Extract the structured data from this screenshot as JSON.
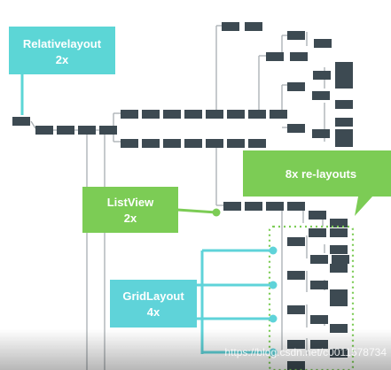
{
  "callouts": {
    "relative_layout": {
      "name": "Relativelayout",
      "factor": "2x"
    },
    "list_view": {
      "name": "ListView",
      "factor": "2x"
    },
    "grid_layout": {
      "name": "GridLayout",
      "factor": "4x"
    },
    "relayouts": {
      "text": "8x re-layouts"
    }
  },
  "watermark": {
    "text": "https://blog.csdn.net/c0011578734"
  },
  "colors": {
    "node": "#3d4a52",
    "connector": "#a8aeb2",
    "relative_layout_fill": "#5cd6d6",
    "grid_layout_fill": "#5fd3d9",
    "list_view_fill": "#7ccc55",
    "relayouts_fill": "#7ccc55",
    "highlight_dotted": "#7ccc55"
  }
}
